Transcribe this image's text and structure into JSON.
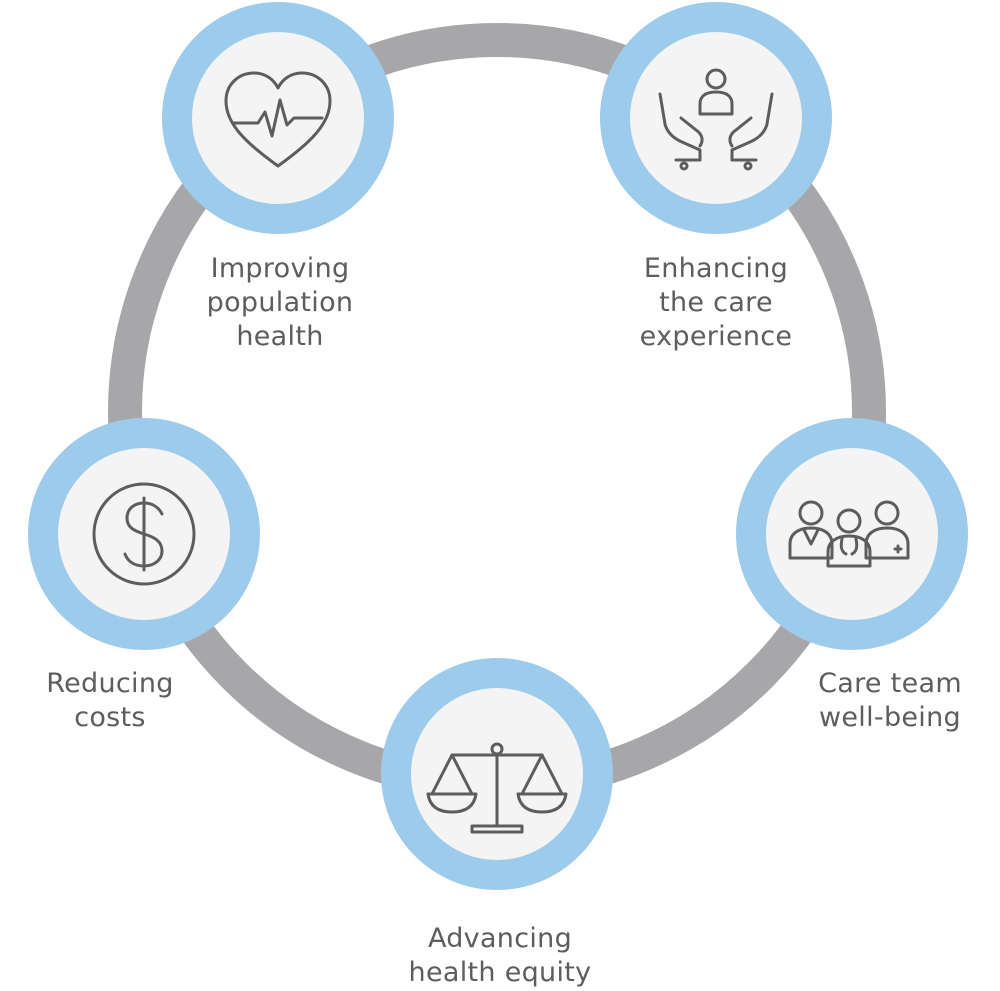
{
  "colors": {
    "ring": "#a7a7a9",
    "node_border": "#9ccbec",
    "node_fill": "#f4f4f4",
    "icon_stroke": "#5d5d5d",
    "label_text": "#5d5d5d"
  },
  "nodes": [
    {
      "id": "population",
      "icon": "heart-pulse-icon",
      "label_lines": [
        "Improving",
        "population",
        "health"
      ]
    },
    {
      "id": "care-experience",
      "icon": "caring-hands-icon",
      "label_lines": [
        "Enhancing",
        "the care",
        "experience"
      ]
    },
    {
      "id": "team",
      "icon": "care-team-icon",
      "label_lines": [
        "Care team",
        "well-being"
      ]
    },
    {
      "id": "equity",
      "icon": "balance-scale-icon",
      "label_lines": [
        "Advancing",
        "health equity"
      ]
    },
    {
      "id": "costs",
      "icon": "dollar-coin-icon",
      "label_lines": [
        "Reducing",
        "costs"
      ]
    }
  ]
}
